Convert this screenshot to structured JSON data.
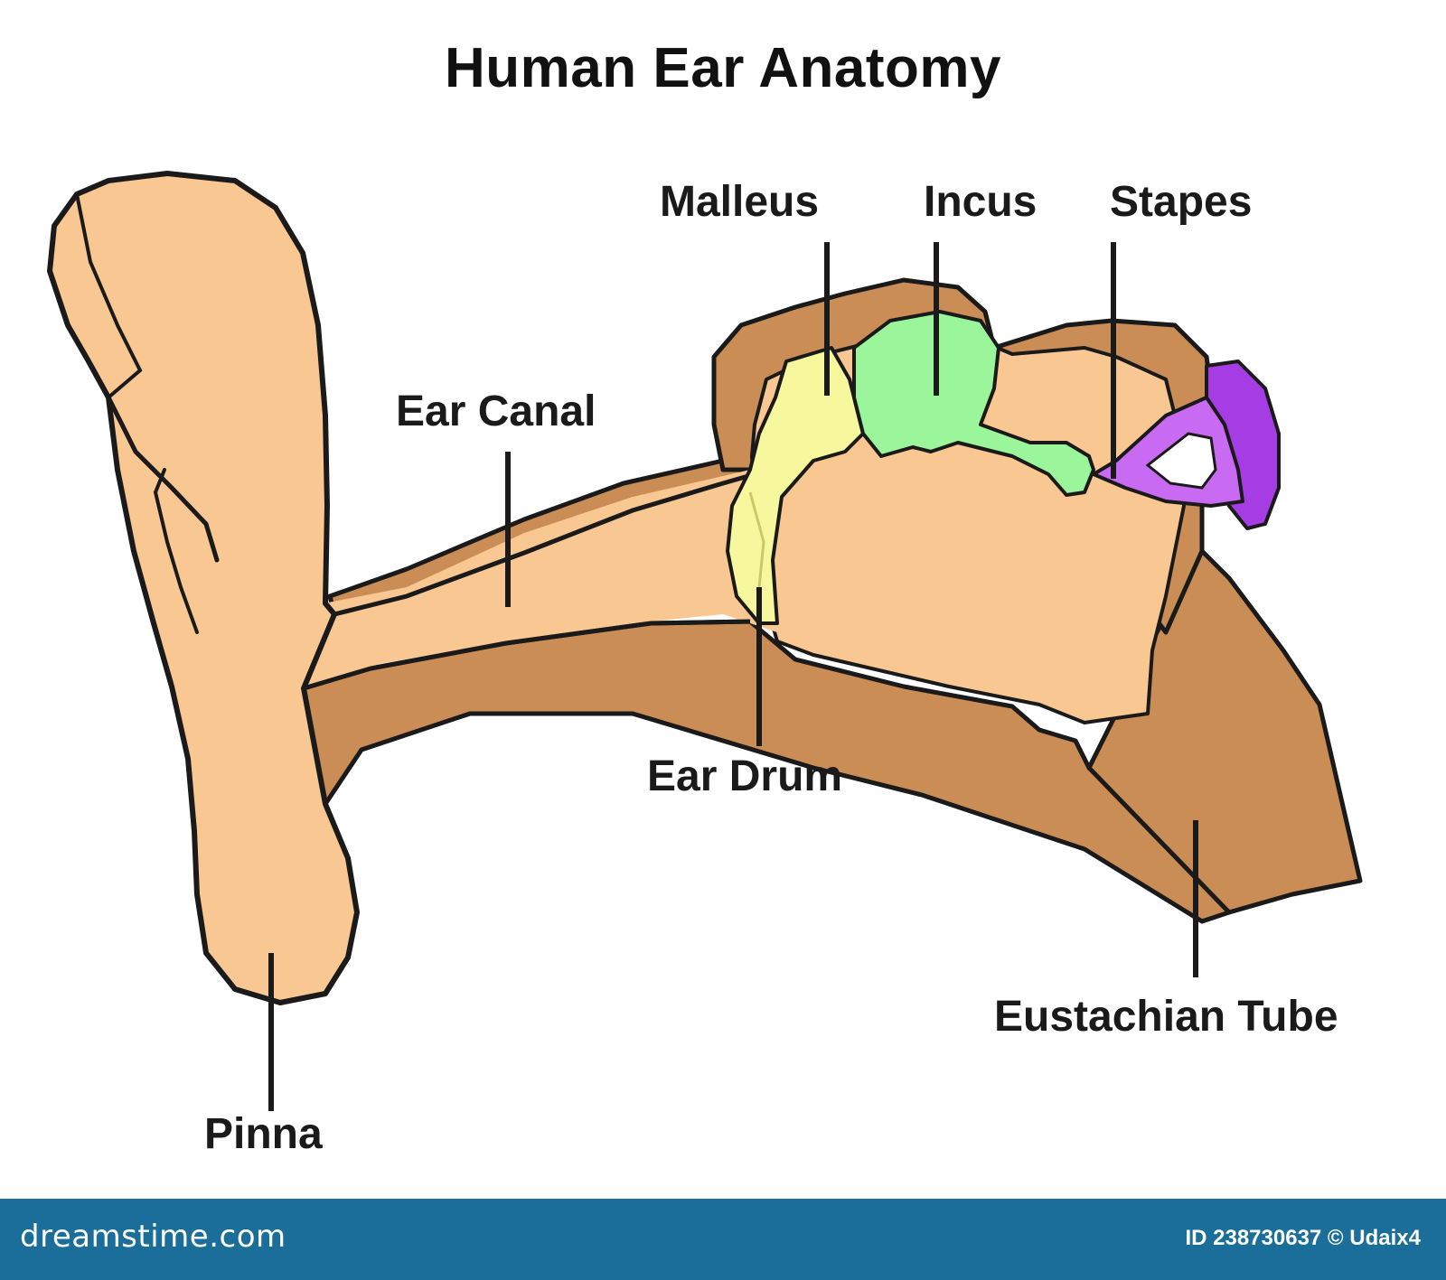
{
  "title": "Human Ear Anatomy",
  "labels": {
    "malleus": "Malleus",
    "incus": "Incus",
    "stapes": "Stapes",
    "ear_canal": "Ear Canal",
    "ear_drum": "Ear Drum",
    "eustachian_tube": "Eustachian Tube",
    "pinna": "Pinna"
  },
  "footer": {
    "brand": "dreamstime.com",
    "id_text": "ID 238730637 © Udaix4"
  },
  "colors": {
    "skin": "#f9c792",
    "bone_shadow": "#c98d55",
    "ear_drum": "#f7f89e",
    "incus": "#9bf59b",
    "stapes": "#c96bf2",
    "stapes_dark": "#a63de4",
    "outline": "#1a1a1a",
    "footer_bg": "#1a6e99"
  }
}
